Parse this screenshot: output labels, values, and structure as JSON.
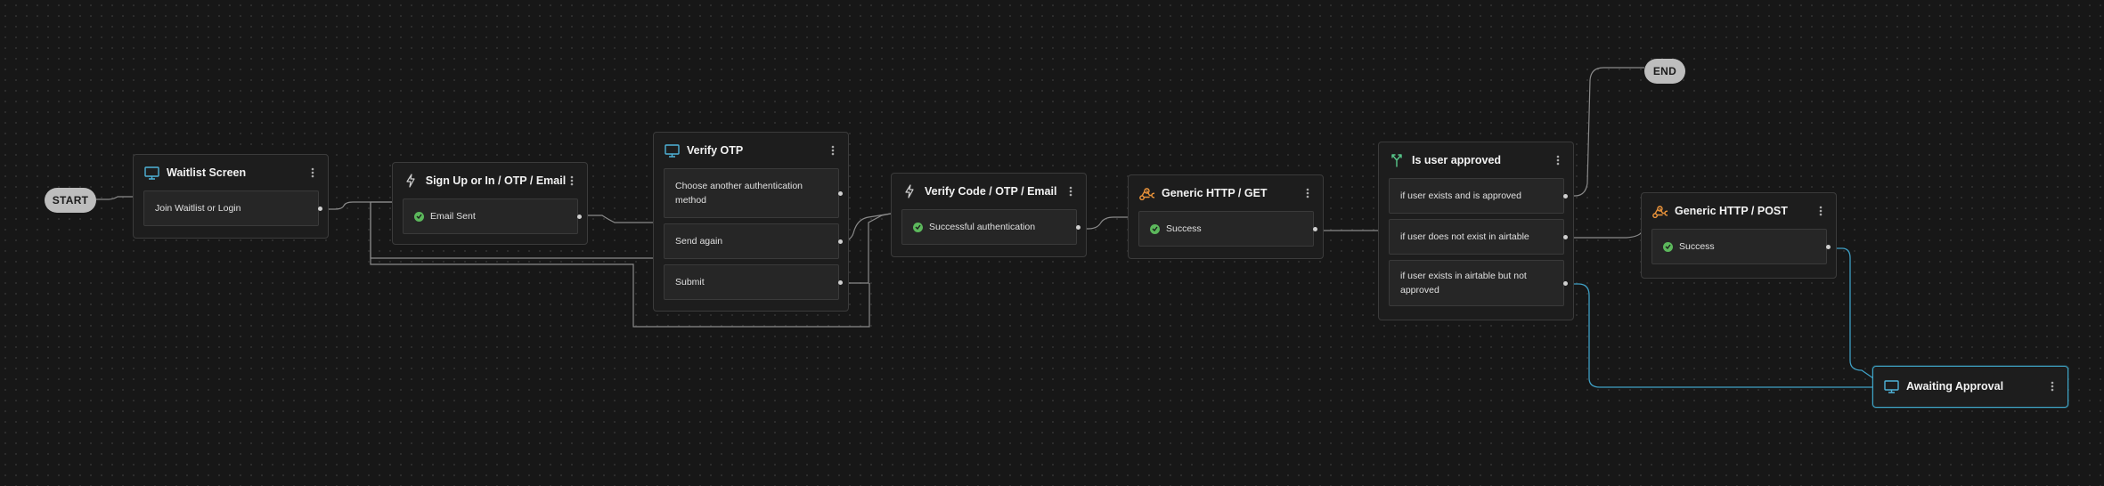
{
  "start_label": "START",
  "end_label": "END",
  "nodes": {
    "waitlist": {
      "title": "Waitlist Screen",
      "icon": "monitor-icon",
      "options": [
        "Join Waitlist or Login"
      ]
    },
    "signup": {
      "title": "Sign Up or In / OTP / Email",
      "icon": "lightning-icon",
      "options": [
        "Email Sent"
      ]
    },
    "verify_otp": {
      "title": "Verify OTP",
      "icon": "monitor-icon",
      "options": [
        "Choose another authentication method",
        "Send again",
        "Submit"
      ]
    },
    "verify_code": {
      "title": "Verify Code / OTP / Email",
      "icon": "lightning-icon",
      "options": [
        "Successful authentication"
      ]
    },
    "http_get": {
      "title": "Generic HTTP / GET",
      "icon": "webhook-icon",
      "options": [
        "Success"
      ]
    },
    "approved": {
      "title": "Is user approved",
      "icon": "branch-icon",
      "options": [
        "if user exists and is approved",
        "if user does not exist in airtable",
        "if user exists in airtable but not approved"
      ]
    },
    "http_post": {
      "title": "Generic HTTP / POST",
      "icon": "webhook-icon",
      "options": [
        "Success"
      ]
    },
    "awaiting": {
      "title": "Awaiting Approval",
      "icon": "monitor-icon",
      "options": []
    }
  },
  "colors": {
    "accent_blue": "#4fb3d9",
    "accent_orange": "#e8923a",
    "success_green": "#5cb85c",
    "branch_green": "#57c78a",
    "selected_border": "#3fa6c9"
  }
}
